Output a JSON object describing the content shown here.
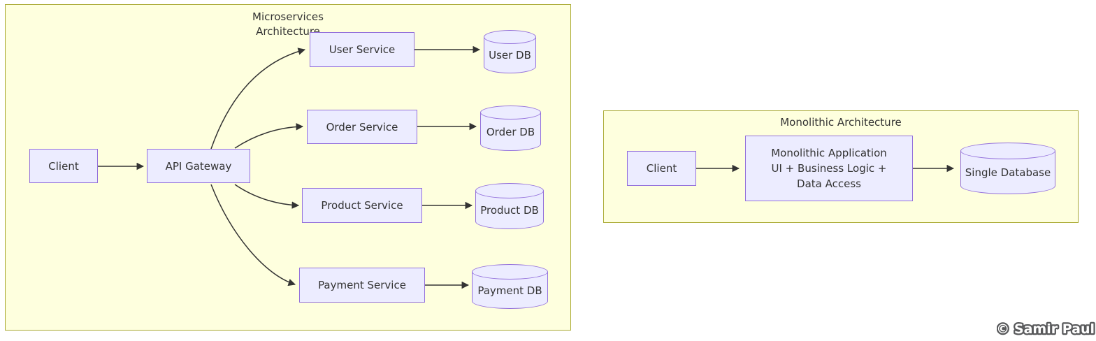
{
  "watermark": {
    "text": "© Samir Paul"
  },
  "colors": {
    "cluster_fill": "#feffde",
    "cluster_border": "#aaaa33",
    "node_fill": "#ececff",
    "node_border": "#9370db",
    "edge_color": "#333333",
    "text_color": "#333333",
    "watermark_fill": "#ffffff",
    "watermark_outline": "#58595b"
  },
  "microservices": {
    "title_line1": "Microservices",
    "title_line2": "Architecture",
    "nodes": {
      "client": "Client",
      "api_gateway": "API Gateway",
      "user_service": "User Service",
      "order_service": "Order Service",
      "product_service": "Product Service",
      "payment_service": "Payment Service",
      "user_db": "User DB",
      "order_db": "Order DB",
      "product_db": "Product DB",
      "payment_db": "Payment DB"
    },
    "edges": [
      {
        "from": "Client",
        "to": "API Gateway"
      },
      {
        "from": "API Gateway",
        "to": "User Service"
      },
      {
        "from": "API Gateway",
        "to": "Order Service"
      },
      {
        "from": "API Gateway",
        "to": "Product Service"
      },
      {
        "from": "API Gateway",
        "to": "Payment Service"
      },
      {
        "from": "User Service",
        "to": "User DB"
      },
      {
        "from": "Order Service",
        "to": "Order DB"
      },
      {
        "from": "Product Service",
        "to": "Product DB"
      },
      {
        "from": "Payment Service",
        "to": "Payment DB"
      }
    ]
  },
  "monolithic": {
    "title": "Monolithic Architecture",
    "nodes": {
      "client": "Client",
      "app_line1": "Monolithic Application",
      "app_line2": "UI + Business Logic +",
      "app_line3": "Data Access",
      "single_db": "Single Database"
    },
    "edges": [
      {
        "from": "Client",
        "to": "Monolithic Application"
      },
      {
        "from": "Monolithic Application",
        "to": "Single Database"
      }
    ]
  }
}
